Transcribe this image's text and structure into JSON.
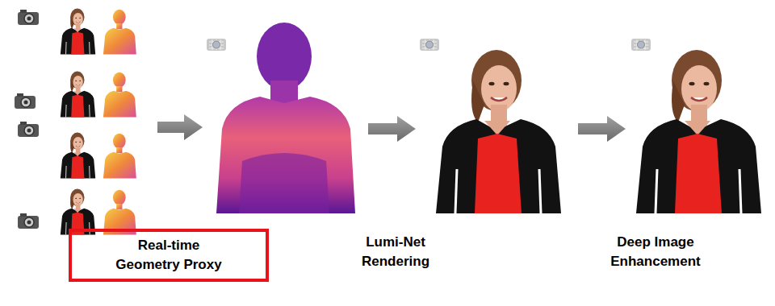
{
  "diagram": {
    "nodes": [
      {
        "text": [
          "Real-time Geometry Proxy"
        ]
      }
    ],
    "labels": [
      "Lumi-Net Rendering",
      "Deep Image Enhancement"
    ]
  }
}
